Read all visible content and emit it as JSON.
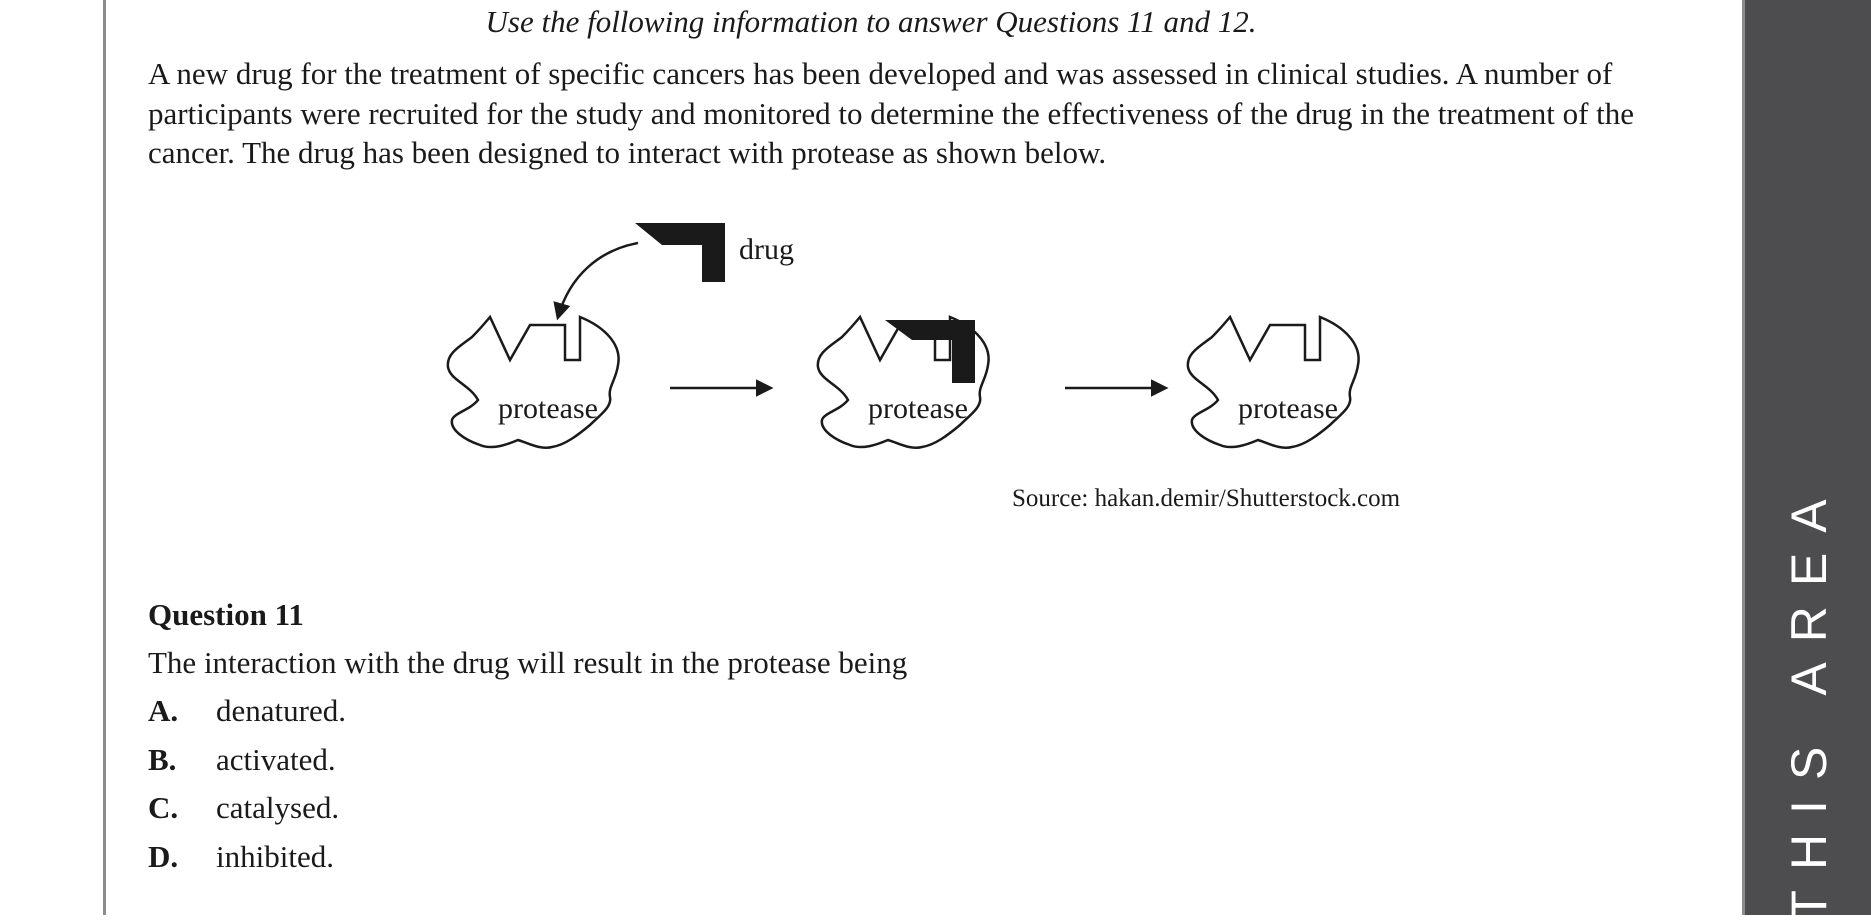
{
  "instruction": "Use the following information to answer Questions 11 and 12.",
  "intro": "A new drug for the treatment of specific cancers has been developed and was assessed in clinical studies. A number of participants were recruited for the study and monitored to determine the effectiveness of the drug in the treatment of the cancer. The drug has been designed to interact with protease as shown below.",
  "diagram": {
    "drug_label": "drug",
    "protease_labels": [
      "protease",
      "protease",
      "protease"
    ]
  },
  "source": "Source: hakan.demir/Shutterstock.com",
  "question": {
    "title": "Question 11",
    "stem": "The interaction with the drug will result in the protease being",
    "options": [
      {
        "letter": "A.",
        "text": "denatured."
      },
      {
        "letter": "B.",
        "text": "activated."
      },
      {
        "letter": "C.",
        "text": "catalysed."
      },
      {
        "letter": "D.",
        "text": "inhibited."
      }
    ]
  },
  "margin_text": "THIS AREA",
  "colors": {
    "sidebar": "#4d4d4f",
    "ink": "#1a1a1a",
    "rule": "#8c8c8c"
  }
}
